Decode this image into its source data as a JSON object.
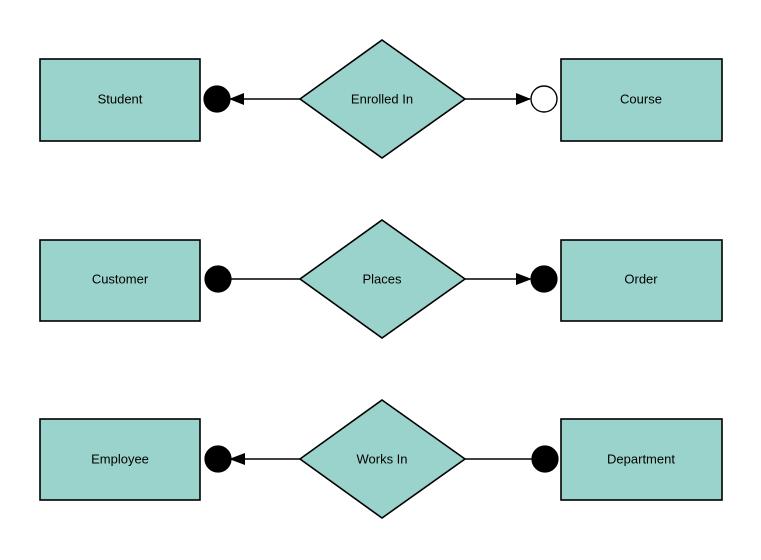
{
  "diagram": {
    "type": "entity-relationship-diagram",
    "background_color": "#ffffff",
    "entity_fill_color": "#9ad3cb",
    "relationship_fill_color": "#9ad3cb",
    "stroke_color": "#000000",
    "marker_filled_color": "#000000",
    "marker_hollow_color": "#ffffff",
    "relationships": [
      {
        "id": "enrolled-in",
        "left_entity": "Student",
        "relationship": "Enrolled In",
        "right_entity": "Course",
        "left_marker": "filled-circle",
        "left_arrow": "arrow-left",
        "right_marker": "hollow-circle",
        "right_arrow": "arrow-right"
      },
      {
        "id": "places",
        "left_entity": "Customer",
        "relationship": "Places",
        "right_entity": "Order",
        "left_marker": "filled-circle",
        "left_arrow": "none",
        "right_marker": "filled-circle",
        "right_arrow": "arrow-right"
      },
      {
        "id": "works-in",
        "left_entity": "Employee",
        "relationship": "Works In",
        "right_entity": "Department",
        "left_marker": "filled-circle",
        "left_arrow": "arrow-left",
        "right_marker": "filled-circle",
        "right_arrow": "none"
      }
    ]
  }
}
